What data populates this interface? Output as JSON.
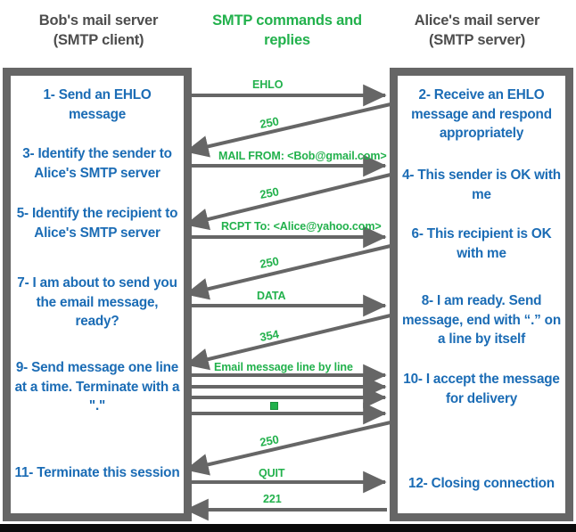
{
  "headers": {
    "left": "Bob's mail server\n(SMTP client)",
    "left_line1": "Bob's mail server",
    "left_line2": "(SMTP client)",
    "middle_line1": "SMTP commands and",
    "middle_line2": "replies",
    "right_line1": "Alice's mail server",
    "right_line2": "(SMTP server)"
  },
  "colors": {
    "client_text": "#1b6cb5",
    "server_text": "#1b6cb5",
    "wire_label": "#22b14c",
    "header_gray": "#4d4d4d",
    "panel_border": "#666666",
    "arrow": "#666666"
  },
  "left_panel": {
    "title": "Bob's mail server (SMTP client)",
    "steps": [
      {
        "id": "step-1",
        "text": "1- Send an EHLO message"
      },
      {
        "id": "step-3",
        "text": "3- Identify the sender to Alice's SMTP server"
      },
      {
        "id": "step-5",
        "text": "5- Identify\nthe recipient to Alice's SMTP server"
      },
      {
        "id": "step-7",
        "text": "7- I am about to send you the email message, ready?"
      },
      {
        "id": "step-9",
        "text": "9- Send message one line at a time. Terminate with a \".\""
      },
      {
        "id": "step-11",
        "text": "11- Terminate this session"
      }
    ]
  },
  "right_panel": {
    "title": "Alice's mail server (SMTP server)",
    "steps": [
      {
        "id": "step-2",
        "text": "2- Receive an EHLO message and respond appropriately"
      },
      {
        "id": "step-4",
        "text": "4- This sender is OK with me"
      },
      {
        "id": "step-6",
        "text": "6- This recipient is OK with me"
      },
      {
        "id": "step-8",
        "text": "8-  I am ready. Send message, end with “.” on a line by itself"
      },
      {
        "id": "step-10",
        "text": "10-  I accept the message for delivery"
      },
      {
        "id": "step-12",
        "text": "12-  Closing connection"
      }
    ]
  },
  "messages": [
    {
      "id": "msg-ehlo",
      "label": "EHLO",
      "direction": "client-to-server",
      "style": "horizontal"
    },
    {
      "id": "msg-250-a",
      "label": "250",
      "direction": "server-to-client",
      "style": "diagonal"
    },
    {
      "id": "msg-mail-from",
      "label": "MAIL FROM: <Bob@gmail.com>",
      "direction": "client-to-server",
      "style": "horizontal"
    },
    {
      "id": "msg-250-b",
      "label": "250",
      "direction": "server-to-client",
      "style": "diagonal"
    },
    {
      "id": "msg-rcpt-to",
      "label": "RCPT To: <Alice@yahoo.com>",
      "direction": "client-to-server",
      "style": "horizontal"
    },
    {
      "id": "msg-250-c",
      "label": "250",
      "direction": "server-to-client",
      "style": "diagonal"
    },
    {
      "id": "msg-data",
      "label": "DATA",
      "direction": "client-to-server",
      "style": "horizontal"
    },
    {
      "id": "msg-354",
      "label": "354",
      "direction": "server-to-client",
      "style": "diagonal"
    },
    {
      "id": "msg-body-1",
      "label": "Email message line by line",
      "direction": "client-to-server",
      "style": "horizontal"
    },
    {
      "id": "msg-body-2",
      "label": "",
      "direction": "client-to-server",
      "style": "horizontal"
    },
    {
      "id": "msg-body-3",
      "label": "",
      "direction": "client-to-server",
      "style": "horizontal"
    },
    {
      "id": "msg-body-dot",
      "label": ".",
      "direction": "client-to-server",
      "style": "horizontal"
    },
    {
      "id": "msg-250-d",
      "label": "250",
      "direction": "server-to-client",
      "style": "diagonal"
    },
    {
      "id": "msg-quit",
      "label": "QUIT",
      "direction": "client-to-server",
      "style": "horizontal"
    },
    {
      "id": "msg-221",
      "label": "221",
      "direction": "server-to-client",
      "style": "horizontal"
    }
  ],
  "wire_labels": {
    "ehlo": "EHLO",
    "code_250_a": "250",
    "mail_from": "MAIL FROM: <Bob@gmail.com>",
    "code_250_b": "250",
    "rcpt_to": "RCPT To: <Alice@yahoo.com>",
    "code_250_c": "250",
    "data": "DATA",
    "code_354": "354",
    "email_body": "Email message line by line",
    "code_250_d": "250",
    "quit": "QUIT",
    "code_221": "221"
  }
}
